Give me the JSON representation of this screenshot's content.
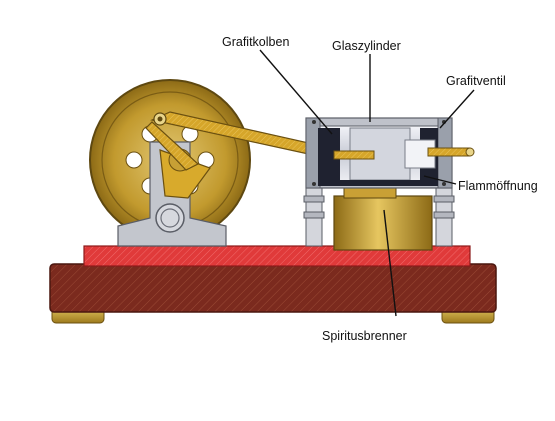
{
  "labels": {
    "graphite_piston": "Grafitkolben",
    "glass_cylinder": "Glaszylinder",
    "graphite_valve": "Grafitventil",
    "flame_opening": "Flammöffnung",
    "spirit_burner": "Spiritusbrenner"
  },
  "colors": {
    "brass": "#c9a227",
    "brass_dark": "#8a6a12",
    "wood": "#7b2a1e",
    "red_plate": "#e03a3a",
    "steel": "#b9bcc4",
    "glass": "#d9dbe3",
    "graphite": "#1f2230",
    "flywheel": "#c8a43a"
  }
}
